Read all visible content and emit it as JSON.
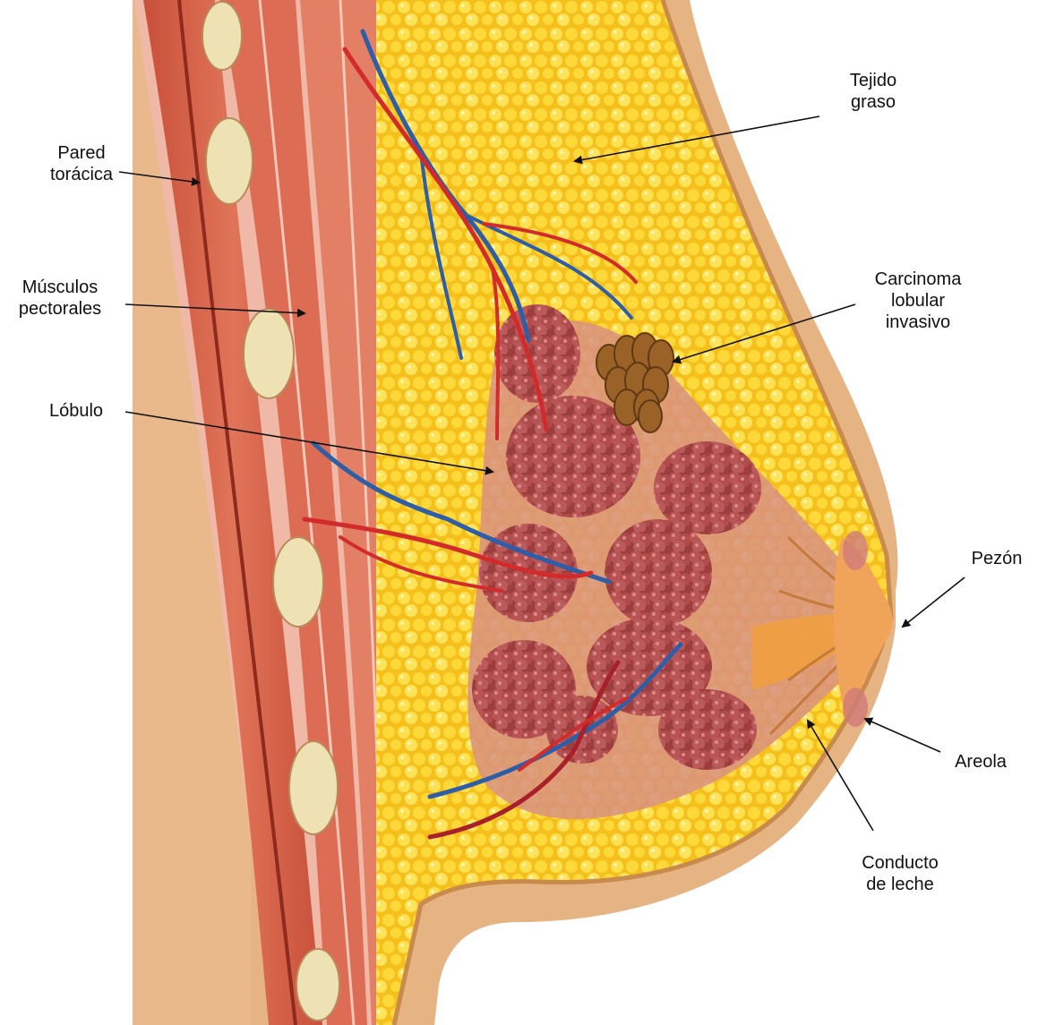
{
  "labels": {
    "pared_line1": "Pared",
    "pared_line2": "torácica",
    "musculos_line1": "Músculos",
    "musculos_line2": "pectorales",
    "lobulo": "Lóbulo",
    "tejido_line1": "Tejido",
    "tejido_line2": "graso",
    "carcinoma_line1": "Carcinoma",
    "carcinoma_line2": "lobular",
    "carcinoma_line3": "invasivo",
    "pezon": "Pezón",
    "areola": "Areola",
    "conducto_line1": "Conducto",
    "conducto_line2": "de leche"
  },
  "colors": {
    "skin": "#e3b07c",
    "skin_dark": "#c98a4e",
    "fat": "#f7c520",
    "fat_globule": "#ffe35a",
    "muscle": "#d9644a",
    "muscle_sheath": "#f0b8a6",
    "rib": "#eee2b4",
    "lobule": "#b04c4c",
    "gland": "#d89080",
    "artery": "#d32b2b",
    "vein": "#2d5ea8",
    "tumor": "#9b6228",
    "arrow": "#111111"
  }
}
